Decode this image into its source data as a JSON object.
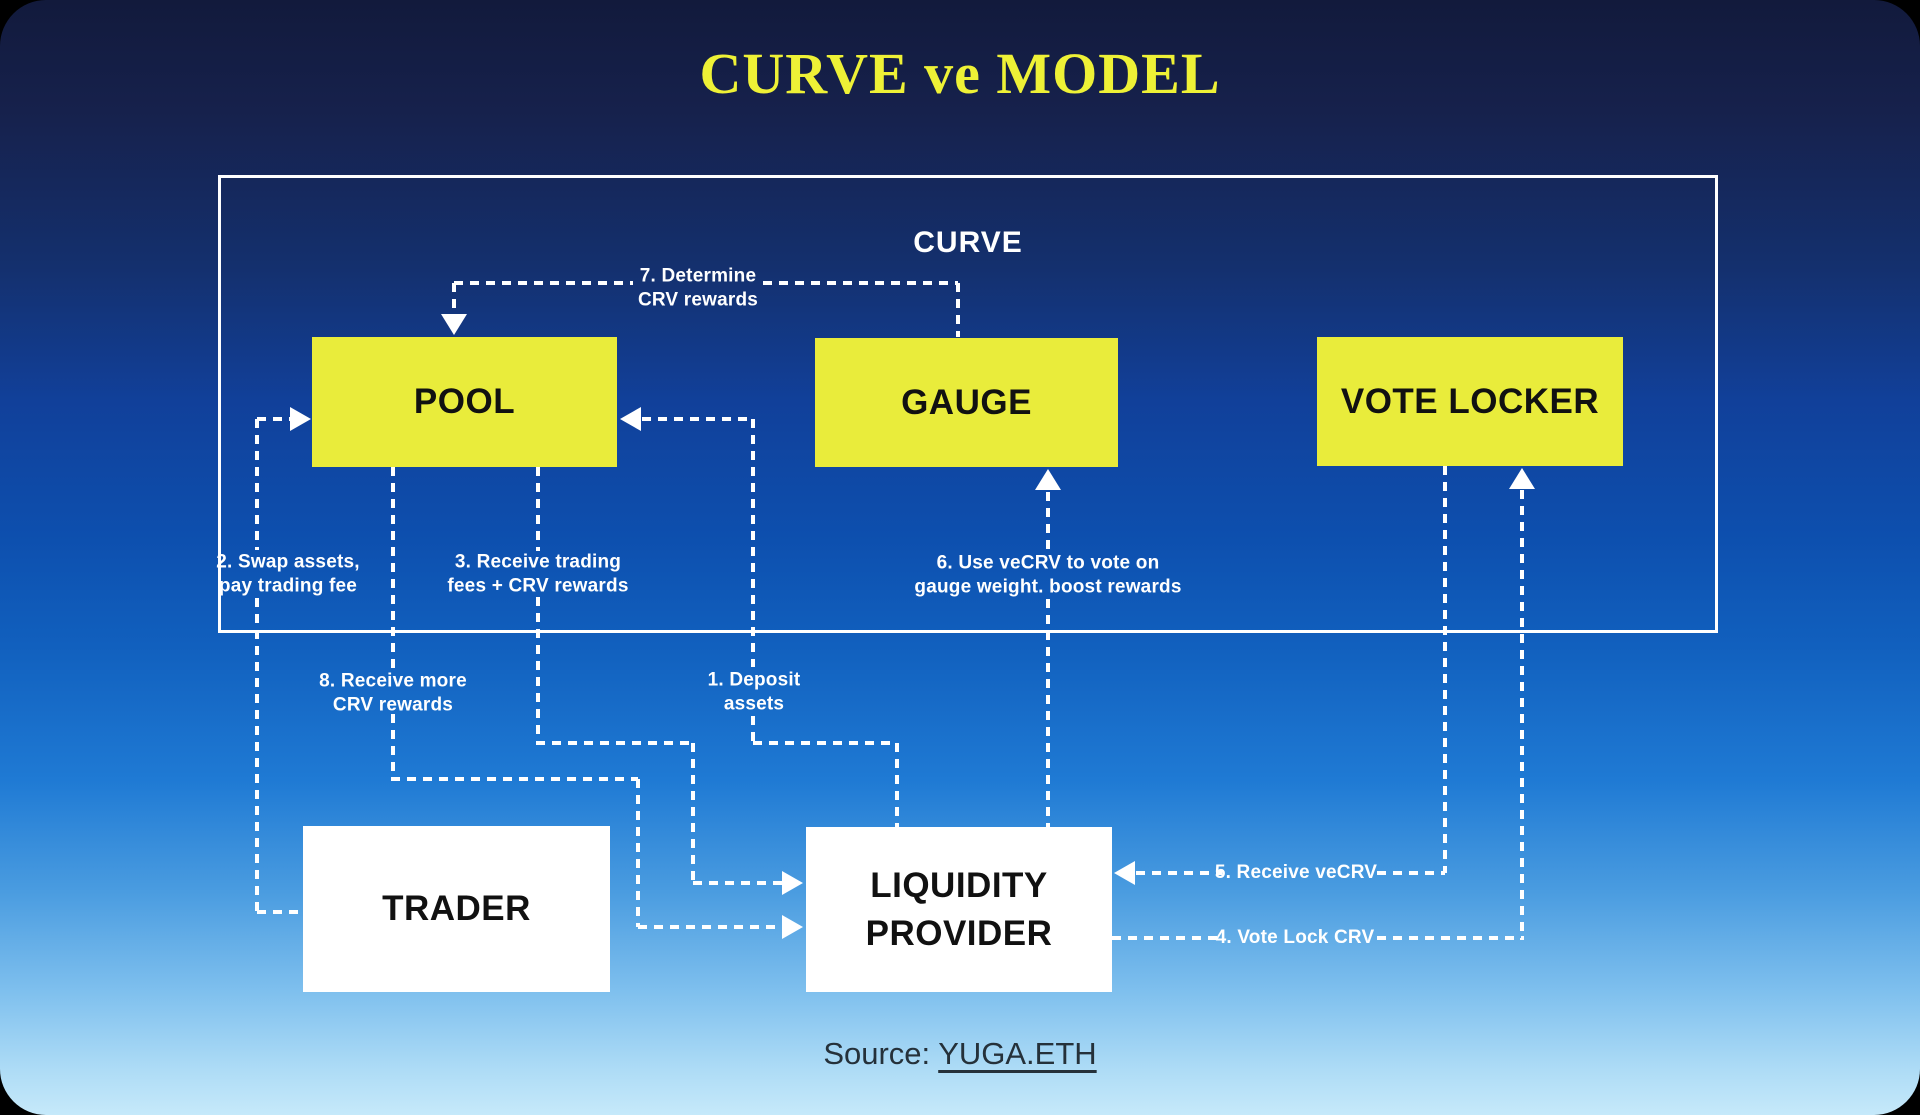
{
  "title": "CURVE ve MODEL",
  "container_label": "CURVE",
  "boxes": {
    "pool": "POOL",
    "gauge": "GAUGE",
    "vote_locker": "VOTE LOCKER",
    "trader": "TRADER",
    "liquidity_provider": "LIQUIDITY\nPROVIDER"
  },
  "flows": {
    "f1": {
      "label": "1. Deposit\nassets",
      "from": "liquidity-provider",
      "to": "pool"
    },
    "f2": {
      "label": "2. Swap assets,\npay trading fee",
      "from": "trader",
      "to": "pool"
    },
    "f3": {
      "label": "3. Receive trading\nfees + CRV rewards",
      "from": "pool",
      "to": "liquidity-provider"
    },
    "f4": {
      "label": "4. Vote Lock CRV",
      "from": "liquidity-provider",
      "to": "vote-locker"
    },
    "f5": {
      "label": "5. Receive veCRV",
      "from": "vote-locker",
      "to": "liquidity-provider"
    },
    "f6": {
      "label": "6. Use veCRV to vote on\ngauge weight. boost rewards",
      "from": "liquidity-provider",
      "to": "gauge"
    },
    "f7": {
      "label": "7. Determine\nCRV rewards",
      "from": "gauge",
      "to": "pool"
    },
    "f8": {
      "label": "8. Receive more\nCRV rewards",
      "from": "pool",
      "to": "liquidity-provider"
    }
  },
  "source": {
    "prefix": "Source: ",
    "link": "YUGA.ETH"
  },
  "colors": {
    "accent_yellow": "#e9ec3b",
    "title_yellow": "#eef136",
    "line_white": "#ffffff",
    "box_text_black": "#111111",
    "source_text": "#25313a",
    "bg_top": "#121a3c",
    "bg_mid": "#0d4fae",
    "bg_bottom": "#c6e9fa"
  }
}
